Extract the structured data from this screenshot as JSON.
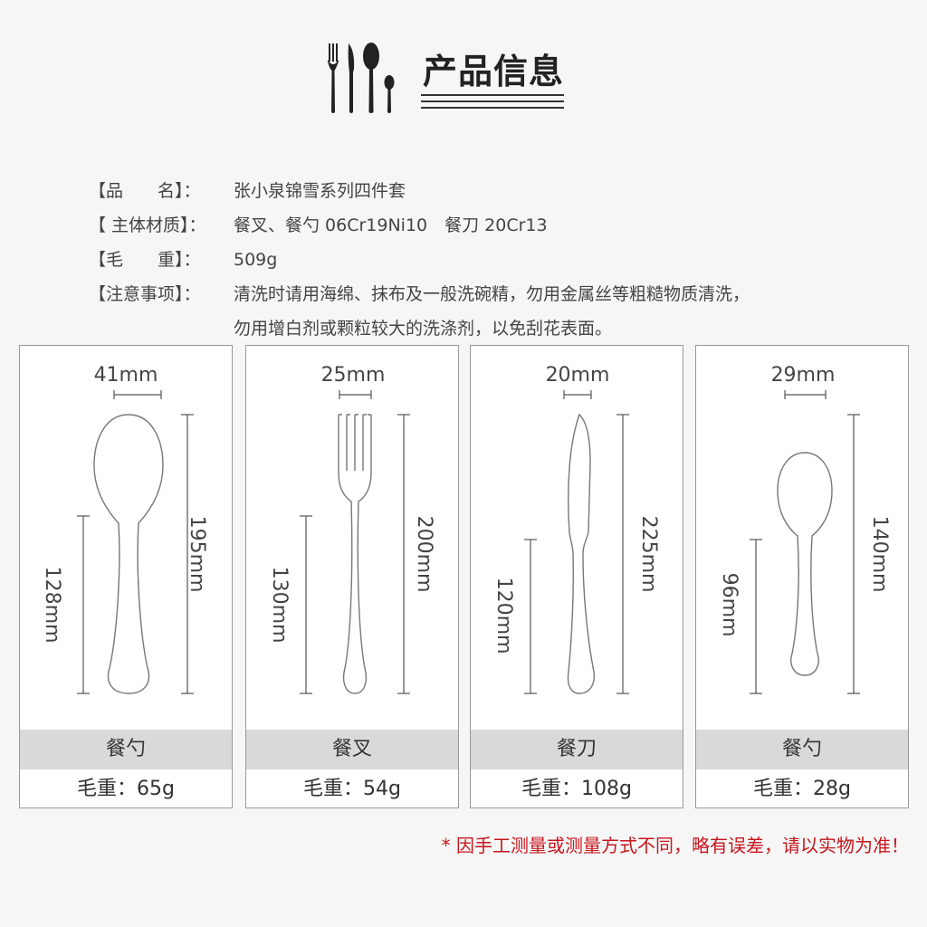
{
  "header": {
    "title": "产品信息",
    "icon": "cutlery-icon"
  },
  "info": [
    {
      "label": "【品　　名】：",
      "value": "张小泉锦雪系列四件套"
    },
    {
      "label": "【 主体材质】：",
      "value": "餐叉、餐勺 06Cr19Ni10　餐刀 20Cr13"
    },
    {
      "label": "【毛　　重】：",
      "value": "509g"
    },
    {
      "label": "【注意事项】：",
      "value": "清洗时请用海绵、抹布及一般洗碗精，勿用金属丝等粗糙物质清洗，"
    },
    {
      "label": "",
      "value": "勿用增白剂或颗粒较大的洗涤剂，以免刮花表面。"
    }
  ],
  "products": [
    {
      "name": "餐勺",
      "weight_label": "毛重：",
      "weight": "65g",
      "icon": "spoon-icon",
      "width": "41mm",
      "length": "195mm",
      "handle": "128mm"
    },
    {
      "name": "餐叉",
      "weight_label": "毛重：",
      "weight": "54g",
      "icon": "fork-icon",
      "width": "25mm",
      "length": "200mm",
      "handle": "130mm"
    },
    {
      "name": "餐刀",
      "weight_label": "毛重：",
      "weight": "108g",
      "icon": "knife-icon",
      "width": "20mm",
      "length": "225mm",
      "handle": "120mm"
    },
    {
      "name": "餐勺",
      "weight_label": "毛重：",
      "weight": "28g",
      "icon": "teaspoon-icon",
      "width": "29mm",
      "length": "140mm",
      "handle": "96mm"
    }
  ],
  "note": "* 因手工测量或测量方式不同，略有误差，请以实物为准！",
  "colors": {
    "background": "#f6f6f6",
    "label_band": "#d9d9d9",
    "note": "#c8161d",
    "card_border": "#999999"
  }
}
